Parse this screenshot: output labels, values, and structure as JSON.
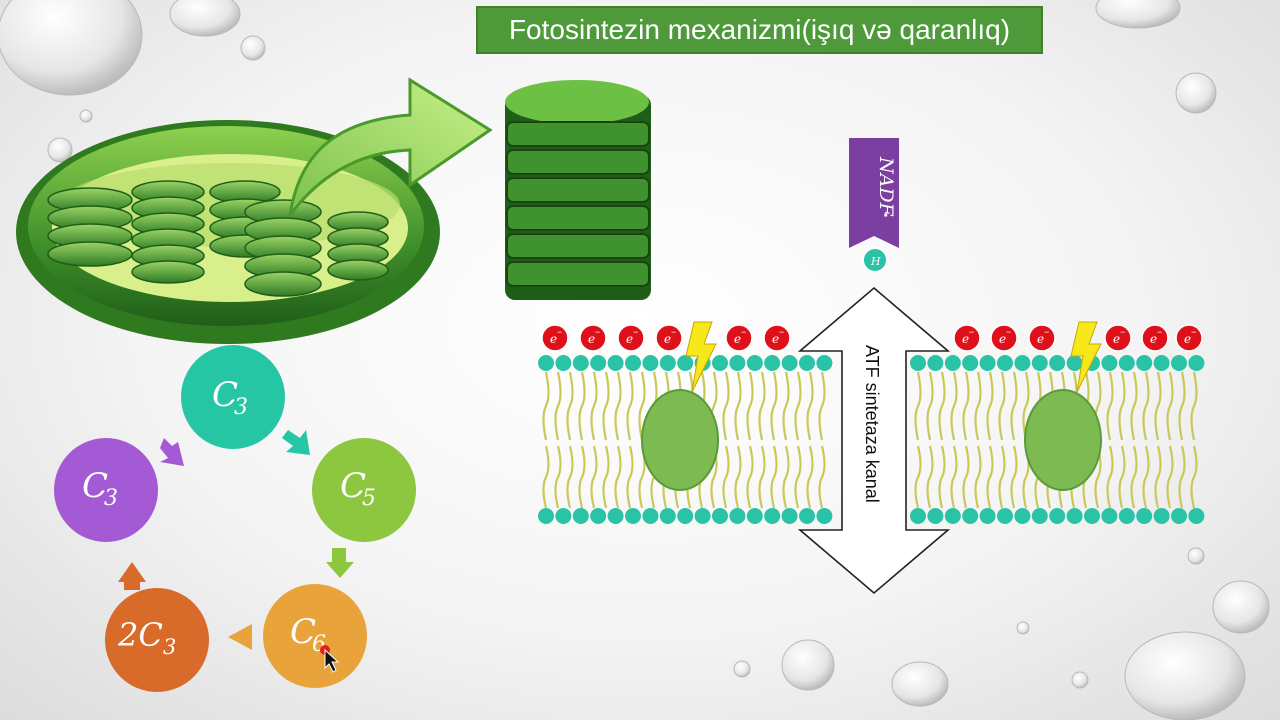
{
  "slide": {
    "title": "Fotosintezin mexanizmi(işıq və qaranlıq)"
  },
  "cycle": {
    "nodes": [
      {
        "base": "C",
        "sub": "3",
        "color": "#26c6a4"
      },
      {
        "base": "C",
        "sub": "5",
        "color": "#8dc63f"
      },
      {
        "base": "C",
        "sub": "6",
        "color": "#e8a33b"
      },
      {
        "base": "2C",
        "sub": "3",
        "color": "#d86a2a"
      },
      {
        "base": "C",
        "sub": "3",
        "color": "#a35ad4"
      }
    ]
  },
  "membrane": {
    "nadf_label": "NADF",
    "nadf_dot": "·",
    "hydrogen_label": "H",
    "electron_label": "e",
    "electron_charge": "−",
    "channel_label": "ATF sintetaza kanal",
    "colors": {
      "head": "#2bc3a6",
      "tail": "#c9c95a",
      "electron": "#e0101a",
      "protein": "#7dbb52",
      "nadf": "#7b3fa1",
      "lightning": "#f6e81b"
    }
  }
}
